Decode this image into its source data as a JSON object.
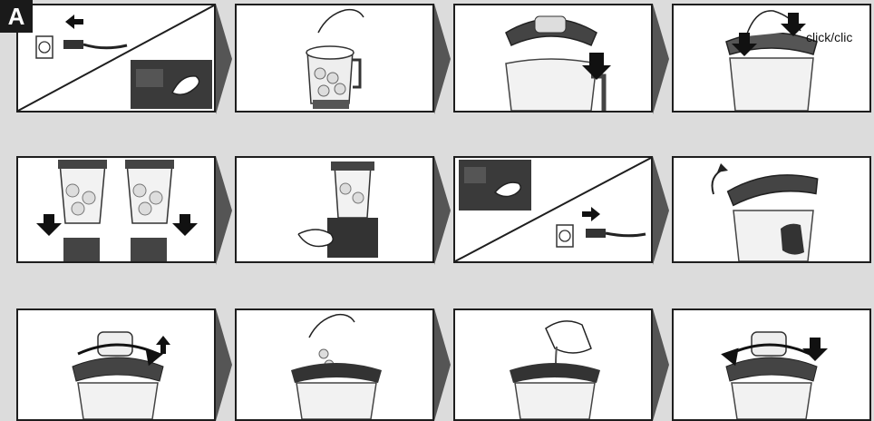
{
  "section_label": "A",
  "steps": [
    {
      "id": 1,
      "icon": "unplug-and-power-off-icon"
    },
    {
      "id": 2,
      "icon": "add-ingredients-icon"
    },
    {
      "id": 3,
      "icon": "attach-lid-icon"
    },
    {
      "id": 4,
      "icon": "lock-lid-icon",
      "caption": "click/clic"
    },
    {
      "id": 5,
      "icon": "mount-jar-icon"
    },
    {
      "id": 6,
      "icon": "select-program-icon"
    },
    {
      "id": 7,
      "icon": "power-on-and-plug-in-icon"
    },
    {
      "id": 8,
      "icon": "remove-lid-icon"
    },
    {
      "id": 9,
      "icon": "remove-cap-icon"
    },
    {
      "id": 10,
      "icon": "add-through-opening-icon"
    },
    {
      "id": 11,
      "icon": "pour-liquid-icon"
    },
    {
      "id": 12,
      "icon": "replace-cap-icon"
    }
  ],
  "colors": {
    "frame": "#1e1e1e",
    "background": "#dcdcdc",
    "arrow": "#111111",
    "chevron": "#555555"
  }
}
